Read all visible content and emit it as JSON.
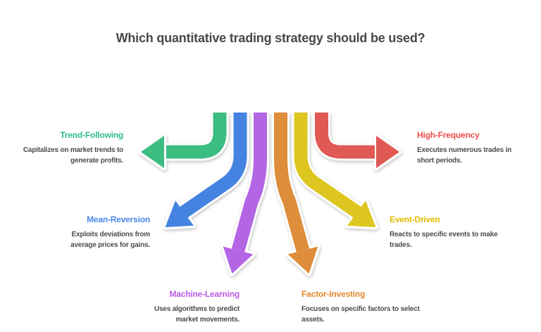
{
  "title": "Which quantitative trading strategy should be used?",
  "colors": {
    "background": "#ffffff",
    "title": "#484848",
    "description": "#4c4c4c",
    "arrow_outline": "#ffffff"
  },
  "strategies": [
    {
      "id": "trend-following",
      "label": "Trend-Following",
      "description": "Capitalizes on market trends to generate profits.",
      "color": "#2ebd85",
      "arrow_color": "#3cbd82",
      "arrow_direction": "left"
    },
    {
      "id": "high-frequency",
      "label": "High-Frequency",
      "description": "Executes numerous trades in short periods.",
      "color": "#ee4d4a",
      "arrow_color": "#e15955",
      "arrow_direction": "right"
    },
    {
      "id": "mean-reversion",
      "label": "Mean-Reversion",
      "description": "Exploits deviations from average prices for gains.",
      "color": "#4a86e8",
      "arrow_color": "#4583e0",
      "arrow_direction": "down-left"
    },
    {
      "id": "event-driven",
      "label": "Event-Driven",
      "description": "Reacts to specific events to make trades.",
      "color": "#e0bd00",
      "arrow_color": "#ddc61f",
      "arrow_direction": "down-right"
    },
    {
      "id": "machine-learning",
      "label": "Machine-Learning",
      "description": "Uses algorithms to predict market movements.",
      "color": "#bb5ce6",
      "arrow_color": "#b365e4",
      "arrow_direction": "down"
    },
    {
      "id": "factor-investing",
      "label": "Factor-Investing",
      "description": "Focuses on specific factors to select assets.",
      "color": "#e5862d",
      "arrow_color": "#de8d3a",
      "arrow_direction": "down"
    }
  ]
}
